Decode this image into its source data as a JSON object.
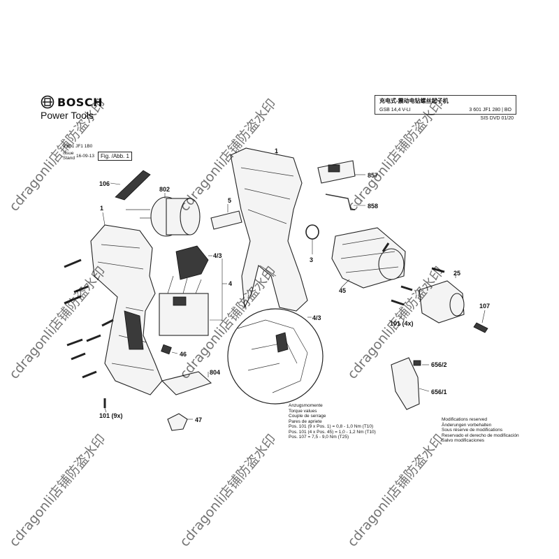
{
  "header": {
    "brand": "BOSCH",
    "subtitle": "Power Tools"
  },
  "info_box": {
    "title": "充电式-震动电钻螺丝起子机",
    "model": "GSB 14,4 V-LI",
    "part_number": "3 601 JF1 280 | BO",
    "sis": "SIS DVD 01/20"
  },
  "reference": {
    "code": "3 601 JF1 1B0",
    "issue_label": "Issue",
    "stand_label": "Stand",
    "date": "16-09-13",
    "figure": "Fig. /Abb. 1"
  },
  "part_labels": [
    {
      "id": "106",
      "text": "106"
    },
    {
      "id": "802",
      "text": "802"
    },
    {
      "id": "1a",
      "text": "1"
    },
    {
      "id": "1b",
      "text": "1"
    },
    {
      "id": "5",
      "text": "5"
    },
    {
      "id": "857",
      "text": "857"
    },
    {
      "id": "858",
      "text": "858"
    },
    {
      "id": "4-3a",
      "text": "4/3"
    },
    {
      "id": "4",
      "text": "4"
    },
    {
      "id": "3",
      "text": "3"
    },
    {
      "id": "25",
      "text": "25"
    },
    {
      "id": "45",
      "text": "45"
    },
    {
      "id": "107",
      "text": "107"
    },
    {
      "id": "4-3b",
      "text": "4/3"
    },
    {
      "id": "101-4x",
      "text": "101 (4x)"
    },
    {
      "id": "46",
      "text": "46"
    },
    {
      "id": "804",
      "text": "804"
    },
    {
      "id": "656-2",
      "text": "656/2"
    },
    {
      "id": "656-1",
      "text": "656/1"
    },
    {
      "id": "101-9x",
      "text": "101 (9x)"
    },
    {
      "id": "47",
      "text": "47"
    }
  ],
  "torque": {
    "lines": [
      "Anzugsmomente",
      "Torque values",
      "Couple de serrage",
      "Pares de apriete",
      "Pos. 101 (9 x Pos. 1)   = 0,8 - 1,0 Nm (T10)",
      "Pos. 101 (4 x Pos. 45) = 1,0 - 1,2 Nm (T10)",
      "Pos. 107   =   7,5 - 9,0 Nm (T25)"
    ]
  },
  "modifications": {
    "lines": [
      "Modifications reserved",
      "Änderungen vorbehalten",
      "Sous réserve de modifications",
      "Reservado el derecho de modificación",
      "Salvo modificaciones"
    ]
  },
  "watermark": {
    "text": "cdragonli店铺防盗水印"
  }
}
